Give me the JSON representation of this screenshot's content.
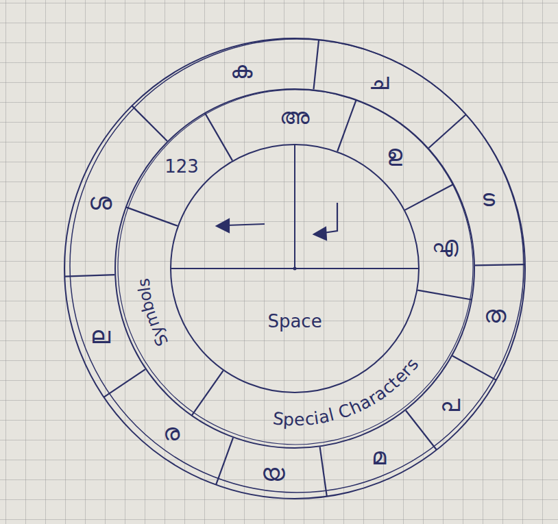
{
  "diagram": {
    "nodes": [
      {
        "text": [
          "ക"
        ]
      },
      {
        "text": [
          "ച"
        ]
      },
      {
        "text": [
          "ട"
        ]
      },
      {
        "text": [
          "ത"
        ]
      },
      {
        "text": [
          "പ"
        ]
      },
      {
        "text": [
          "മ"
        ]
      },
      {
        "text": [
          "യ"
        ]
      },
      {
        "text": [
          "ര"
        ]
      },
      {
        "text": [
          "ല"
        ]
      },
      {
        "text": [
          "ശ"
        ]
      },
      {
        "text": [
          "അ"
        ]
      },
      {
        "text": [
          "ഉ"
        ]
      },
      {
        "text": [
          "എ"
        ]
      },
      {
        "text": [
          "Special Characters"
        ]
      },
      {
        "text": [
          "Symbols"
        ]
      },
      {
        "text": [
          "123"
        ]
      },
      {
        "text": [
          "Space"
        ]
      }
    ]
  }
}
